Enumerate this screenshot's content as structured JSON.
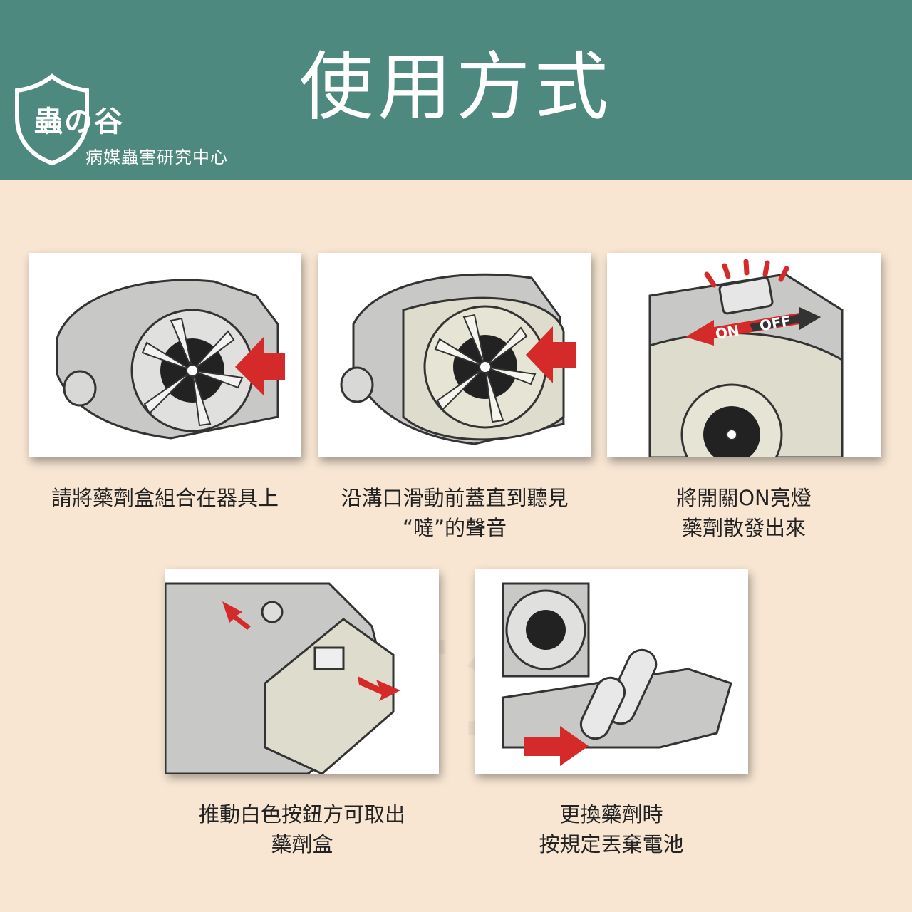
{
  "header": {
    "title": "使用方式",
    "logo_name": "蟲の谷",
    "logo_subtitle": "病媒蟲害研究中心"
  },
  "steps": [
    {
      "line1": "請將藥劑盒組合在器具上",
      "line2": ""
    },
    {
      "line1": "沿溝口滑動前蓋直到聽見",
      "line2": "“噠”的聲音"
    },
    {
      "line1": "將開關ON亮燈",
      "line2": "藥劑散發出來"
    },
    {
      "line1": "推動白色按鈕方可取出",
      "line2": "藥劑盒"
    },
    {
      "line1": "更換藥劑時",
      "line2": "按規定丟棄電池"
    }
  ],
  "switch_labels": {
    "on": "ON",
    "off": "OFF"
  },
  "colors": {
    "header": "#4d897e",
    "background": "#f8e6d3",
    "arrow": "#d42a2a",
    "device": "#c8c8c6"
  }
}
